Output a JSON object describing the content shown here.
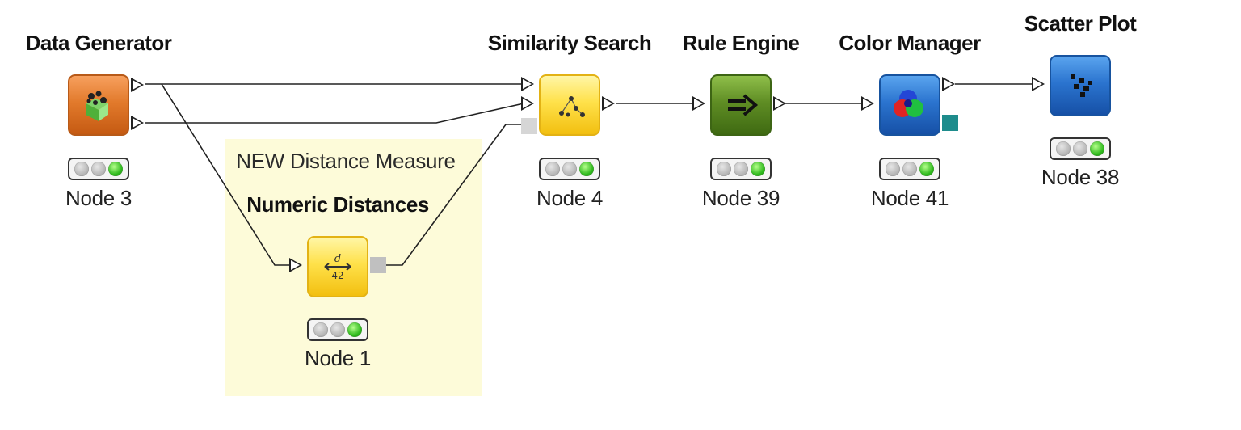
{
  "annotation": {
    "text": "NEW Distance Measure"
  },
  "nodes": {
    "data_generator": {
      "title": "Data Generator",
      "label": "Node 3"
    },
    "numeric_distances": {
      "title": "Numeric Distances",
      "label": "Node 1"
    },
    "similarity_search": {
      "title": "Similarity Search",
      "label": "Node 4"
    },
    "rule_engine": {
      "title": "Rule Engine",
      "label": "Node 39"
    },
    "color_manager": {
      "title": "Color Manager",
      "label": "Node 41"
    },
    "scatter_plot": {
      "title": "Scatter Plot",
      "label": "Node 38"
    }
  },
  "colors": {
    "source_node": "#e27a2c",
    "manipulator_node": "#ffe14a",
    "rule_node": "#5f8d24",
    "view_node": "#2b74cf",
    "status_executed": "#2fba1d",
    "annotation_bg": "#fdfbd9",
    "distance_port": "#c0c0c0",
    "color_model_port": "#1e8c8c"
  },
  "icons": {
    "data_generator": "data-generator-icon",
    "numeric_distances": "distance-icon",
    "similarity_search": "similarity-search-icon",
    "rule_engine": "rule-arrow-icon",
    "color_manager": "color-circles-icon",
    "scatter_plot": "scatter-plot-icon"
  }
}
